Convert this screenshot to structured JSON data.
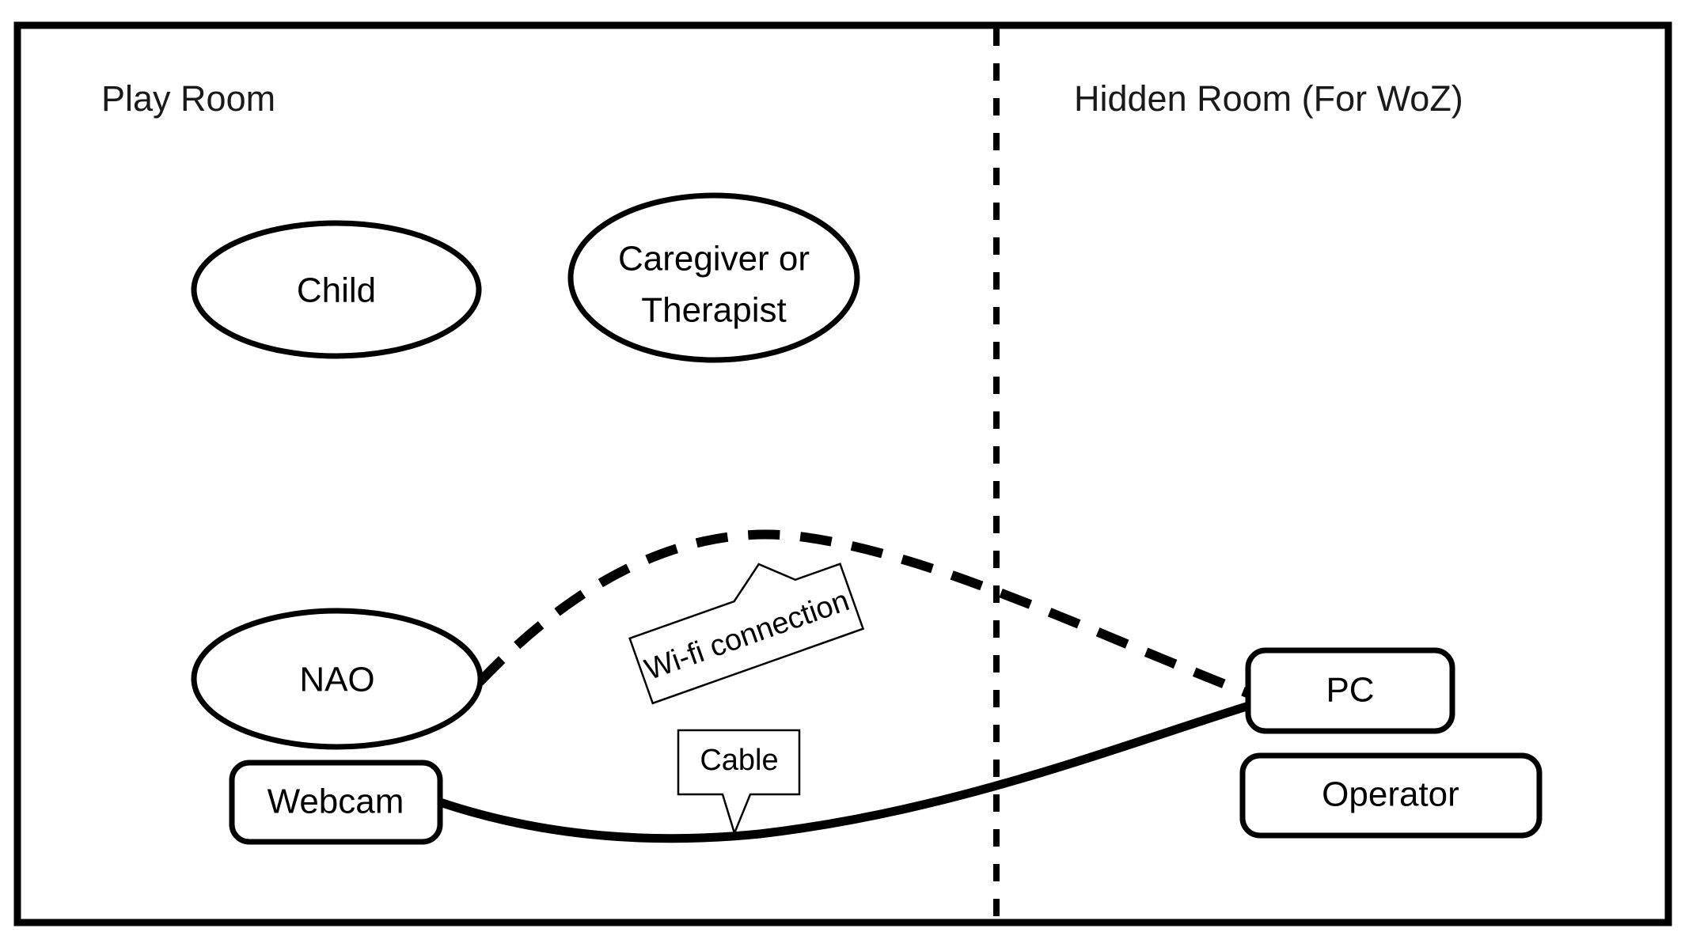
{
  "diagram": {
    "title": "Wizard of Oz setup diagram",
    "background_color": "#ffffff",
    "stroke_color": "#000000",
    "rooms": [
      {
        "id": "play-room",
        "label": "Play Room"
      },
      {
        "id": "hidden-room",
        "label": "Hidden Room (For WoZ)"
      }
    ],
    "nodes": [
      {
        "id": "child",
        "label": "Child",
        "shape": "ellipse",
        "room": "play-room"
      },
      {
        "id": "caregiver",
        "label_line1": "Caregiver or",
        "label_line2": "Therapist",
        "shape": "ellipse",
        "room": "play-room"
      },
      {
        "id": "nao",
        "label": "NAO",
        "shape": "ellipse",
        "room": "play-room"
      },
      {
        "id": "webcam",
        "label": "Webcam",
        "shape": "rounded-rect",
        "room": "play-room"
      },
      {
        "id": "pc",
        "label": "PC",
        "shape": "rounded-rect",
        "room": "hidden-room"
      },
      {
        "id": "operator",
        "label": "Operator",
        "shape": "rounded-rect",
        "room": "hidden-room"
      }
    ],
    "connections": [
      {
        "id": "wifi",
        "label": "Wi-fi connection",
        "style": "dashed",
        "from": "nao",
        "to": "pc"
      },
      {
        "id": "cable",
        "label": "Cable",
        "style": "solid",
        "from": "webcam",
        "to": "pc"
      }
    ],
    "divider": {
      "id": "room-divider",
      "style": "dashed-vertical"
    }
  }
}
